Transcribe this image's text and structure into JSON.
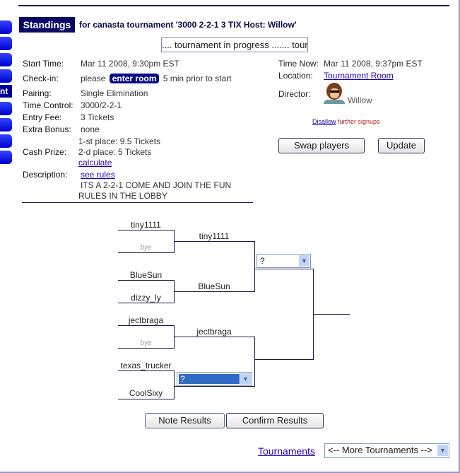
{
  "sidebar": {
    "partial_label": "nt"
  },
  "header": {
    "badge": "Standings",
    "subtitle": "for canasta tournament '3000 2-2-1 3 TIX Host: Willow'"
  },
  "status_marquee": ".... tournament in progress ....... tour",
  "details": {
    "start_time_label": "Start Time:",
    "start_time": "Mar 11 2008, 9:30pm EST",
    "checkin_label": "Check-in:",
    "checkin_prefix": "please",
    "enter_room": "enter room",
    "checkin_suffix": "5 min prior to start",
    "pairing_label": "Pairing:",
    "pairing": "Single Elimination",
    "time_control_label": "Time Control:",
    "time_control": "3000/2-2-1",
    "entry_fee_label": "Entry Fee:",
    "entry_fee": "3 Tickets",
    "extra_bonus_label": "Extra Bonus:",
    "extra_bonus": "none",
    "cash_prize_label": "Cash Prize:",
    "prize_1": "1-st place: 9.5 Tickets",
    "prize_2": "2-d place: 5 Tickets",
    "calculate": "calculate",
    "description_label": "Description:",
    "see_rules": "see rules",
    "desc_line1": "ITS A 2-2-1 COME AND JOIN THE FUN",
    "desc_line2": "RULES IN THE LOBBY"
  },
  "right": {
    "time_now_label": "Time Now:",
    "time_now": "Mar 11 2008, 9:37pm EST",
    "location_label": "Location:",
    "location": "Tournament Room",
    "director_label": "Director:",
    "director": "Willow",
    "disallow": "Disallow",
    "further_signups": "further signups",
    "swap_players": "Swap players",
    "update": "Update"
  },
  "bracket": {
    "round1": [
      "tiny1111",
      "bye",
      "BlueSun",
      "dizzy_ly",
      "jectbraga",
      "bye",
      "texas_trucker",
      "CoolSixy"
    ],
    "round2": [
      "tiny1111",
      "BlueSun",
      "jectbraga"
    ],
    "select_top": "?",
    "select_bottom": "?"
  },
  "buttons": {
    "note_results": "Note Results",
    "confirm_results": "Confirm Results"
  },
  "footer": {
    "tournaments": "Tournaments",
    "more_tournaments": "<-- More Tournaments -->"
  }
}
